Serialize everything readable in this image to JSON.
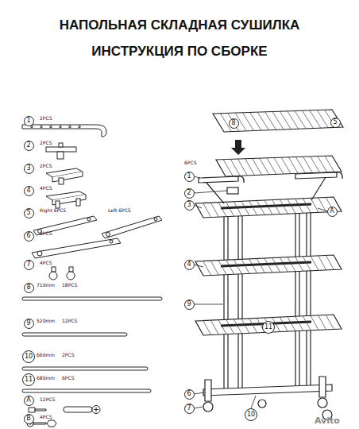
{
  "diagram": {
    "title": "НАПОЛЬНАЯ СКЛАДНАЯ СУШИЛКА",
    "nodes": [
      {
        "text": [
          "1"
        ]
      },
      {
        "text": [
          "2"
        ]
      },
      {
        "text": [
          "3"
        ]
      },
      {
        "text": [
          "4"
        ]
      },
      {
        "text": [
          "5"
        ]
      },
      {
        "text": [
          "6"
        ]
      },
      {
        "text": [
          "7"
        ]
      },
      {
        "text": [
          "8"
        ]
      },
      {
        "text": [
          "9"
        ]
      },
      {
        "text": [
          "10"
        ]
      },
      {
        "text": [
          "11"
        ]
      },
      {
        "text": [
          "A"
        ]
      },
      {
        "text": [
          "B"
        ]
      },
      {
        "text": [
          "8"
        ]
      },
      {
        "text": [
          "5"
        ]
      },
      {
        "text": [
          "1"
        ]
      },
      {
        "text": [
          "2"
        ]
      },
      {
        "text": [
          "3"
        ]
      },
      {
        "text": [
          "A"
        ]
      },
      {
        "text": [
          "4"
        ]
      },
      {
        "text": [
          "9"
        ]
      },
      {
        "text": [
          "11"
        ]
      },
      {
        "text": [
          "6"
        ]
      },
      {
        "text": [
          "7"
        ]
      },
      {
        "text": [
          "10"
        ]
      }
    ],
    "labels": [
      "ИНСТРУКЦИЯ ПО СБОРКЕ",
      "2PCS",
      "2PCS",
      "2PCS",
      "4PCS",
      "Right 6PCS",
      "Left 6PCS",
      "2PCS",
      "4PCS",
      "710mm",
      "18PCS",
      "520mm",
      "12PCS",
      "660mm",
      "2PCS",
      "680mm",
      "6PCS",
      "12PCS",
      "4PCS",
      "6PCS",
      "Avito"
    ]
  }
}
